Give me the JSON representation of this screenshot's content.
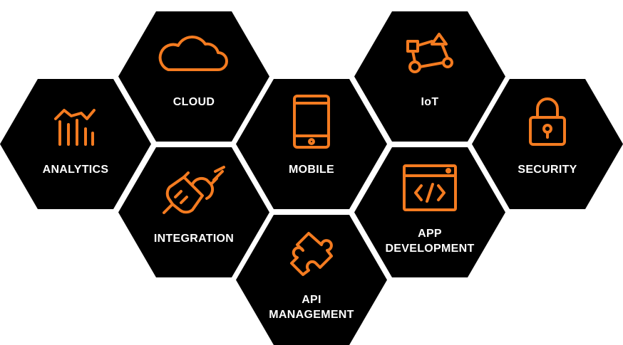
{
  "accent_color": "#f47b20",
  "hex_color": "#000000",
  "tiles": {
    "analytics": {
      "label": "ANALYTICS",
      "icon": "bar-chart-trend-icon"
    },
    "cloud": {
      "label": "CLOUD",
      "icon": "cloud-icon"
    },
    "integration": {
      "label": "INTEGRATION",
      "icon": "plug-connector-icon"
    },
    "mobile": {
      "label": "MOBILE",
      "icon": "smartphone-icon"
    },
    "api": {
      "label_line1": "API",
      "label_line2": "MANAGEMENT",
      "icon": "puzzle-piece-icon"
    },
    "iot": {
      "label": "IoT",
      "icon": "connected-nodes-icon"
    },
    "appdev": {
      "label_line1": "APP",
      "label_line2": "DEVELOPMENT",
      "icon": "code-window-icon"
    },
    "security": {
      "label": "SECURITY",
      "icon": "padlock-icon"
    }
  }
}
